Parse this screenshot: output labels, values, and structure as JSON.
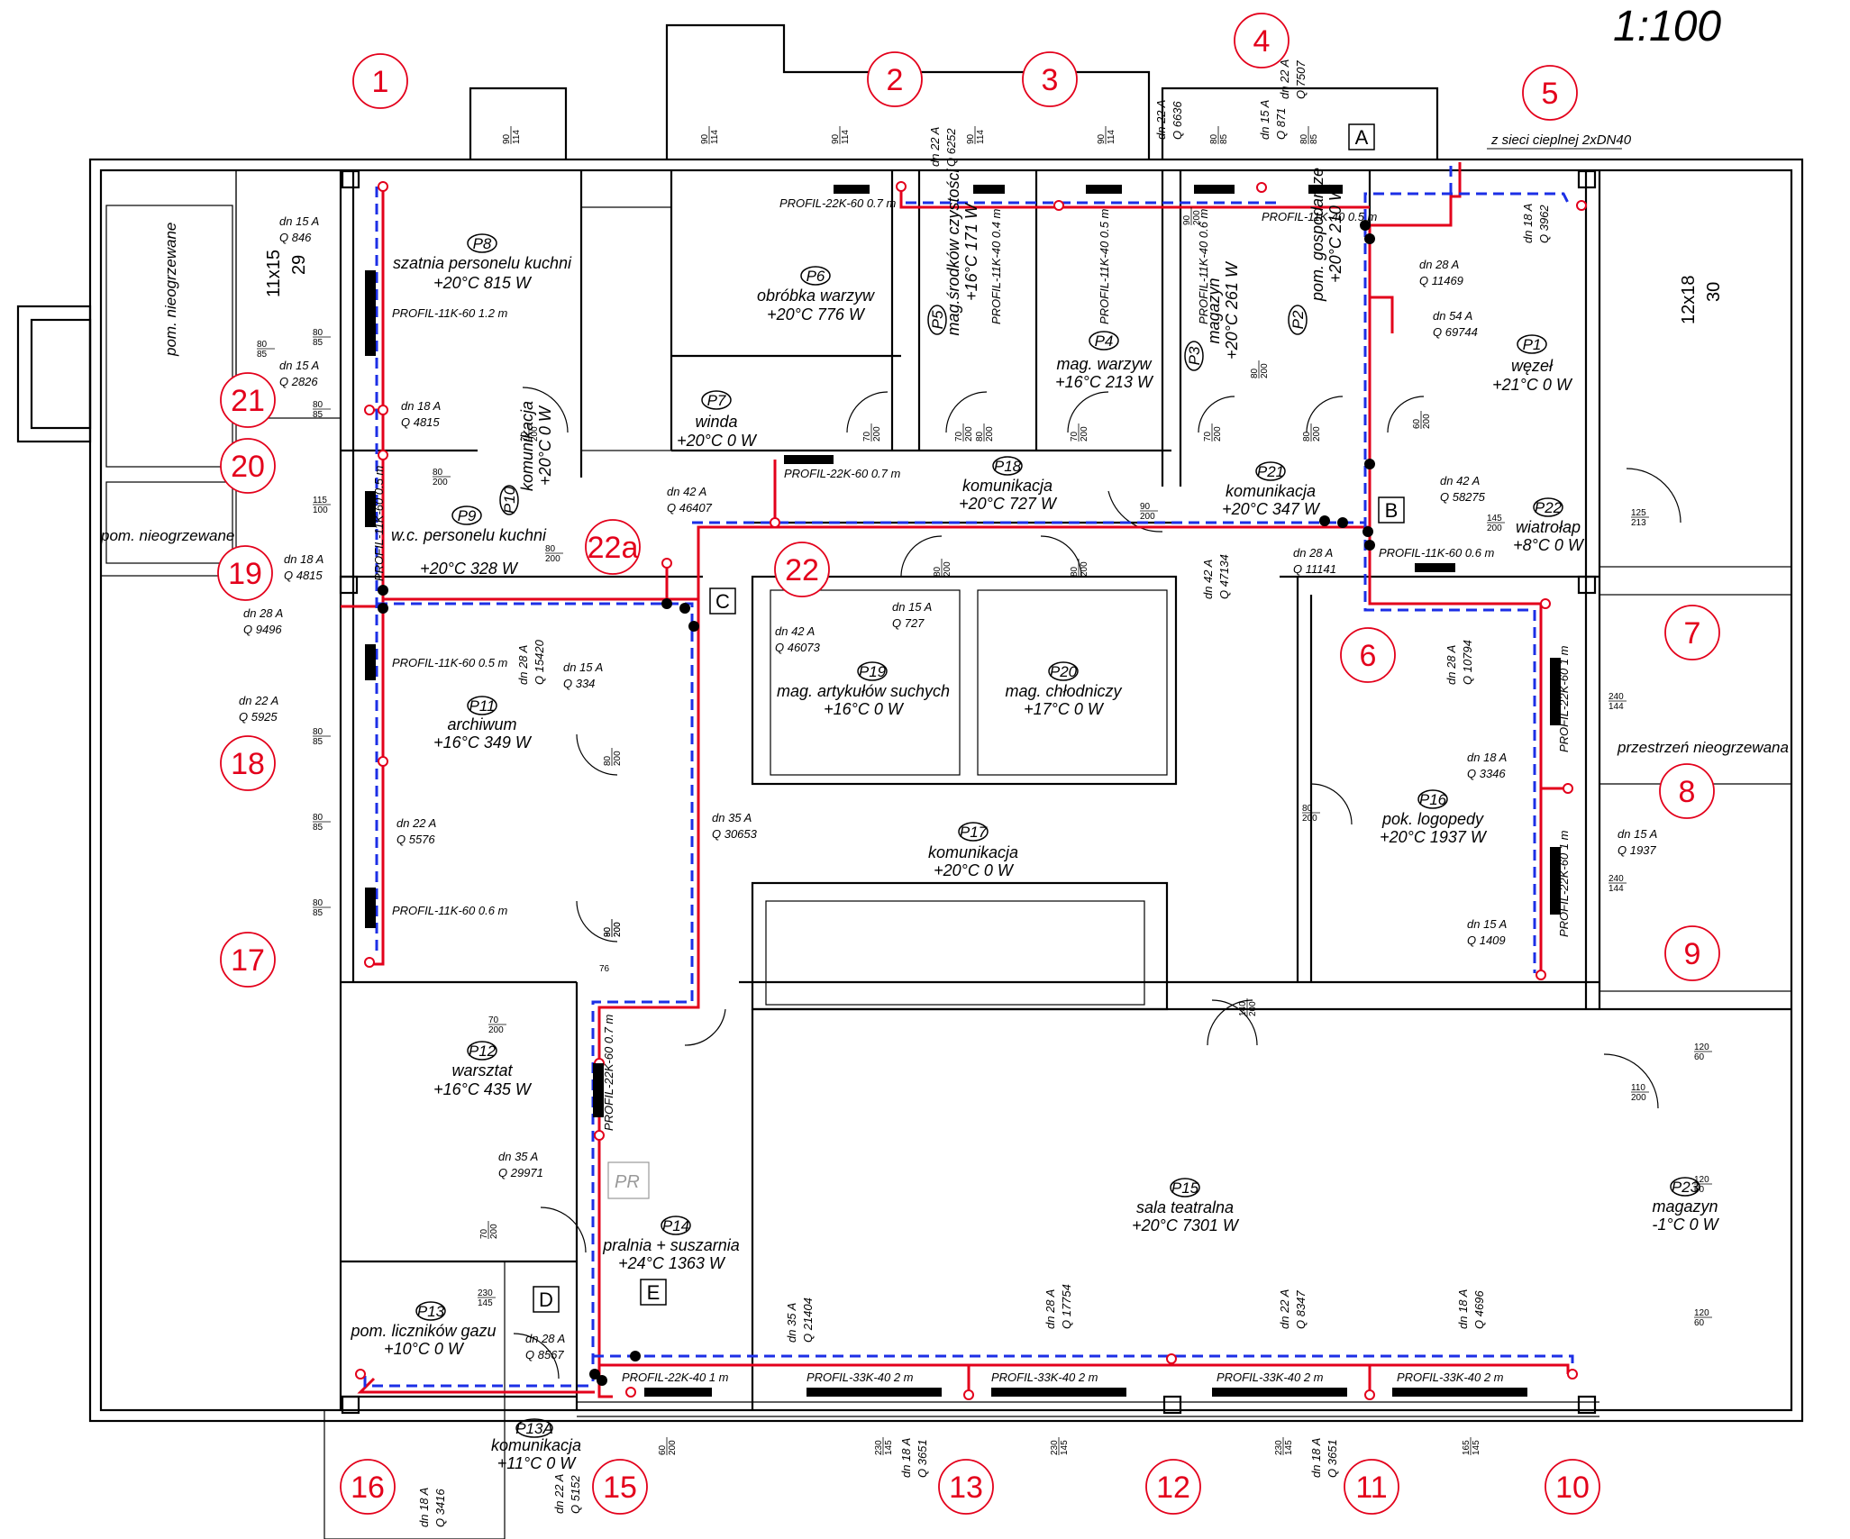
{
  "scale": "1:100",
  "supply_note": "z sieci cieplnej 2xDN40",
  "colors": {
    "supply_pipe": "#e3001b",
    "return_pipe": "#1c2fe6",
    "room_number": "#e3001b",
    "walls": "#000000"
  },
  "rooms": [
    {
      "id": "P1",
      "name": "węzeł",
      "temp": "+21°C 0 W"
    },
    {
      "id": "P2",
      "name": "pom. gospodarcze",
      "temp": "+20°C 210 W"
    },
    {
      "id": "P3",
      "name": "magazyn",
      "temp": "+20°C 261 W"
    },
    {
      "id": "P4",
      "name": "mag. warzyw",
      "temp": "+16°C 213 W"
    },
    {
      "id": "P5",
      "name": "mag.środków czystości",
      "temp": "+16°C 171 W"
    },
    {
      "id": "P6",
      "name": "obróbka warzyw",
      "temp": "+20°C 776 W"
    },
    {
      "id": "P7",
      "name": "winda",
      "temp": "+20°C 0 W"
    },
    {
      "id": "P8",
      "name": "szatnia personelu kuchni",
      "temp": "+20°C 815 W"
    },
    {
      "id": "P9",
      "name": "w.c. personelu kuchni",
      "temp": "+20°C 328 W"
    },
    {
      "id": "P10",
      "name": "komunikacja",
      "temp": "+20°C 0 W"
    },
    {
      "id": "P11",
      "name": "archiwum",
      "temp": "+16°C 349 W"
    },
    {
      "id": "P12",
      "name": "warsztat",
      "temp": "+16°C 435 W"
    },
    {
      "id": "P13",
      "name": "pom. liczników gazu",
      "temp": "+10°C 0 W"
    },
    {
      "id": "P13A",
      "name": "komunikacja",
      "temp": "+11°C 0 W"
    },
    {
      "id": "P14",
      "name": "pralnia + suszarnia",
      "temp": "+24°C 1363 W"
    },
    {
      "id": "P15",
      "name": "sala teatralna",
      "temp": "+20°C 7301 W"
    },
    {
      "id": "P16",
      "name": "pok. logopedy",
      "temp": "+20°C 1937 W"
    },
    {
      "id": "P17",
      "name": "komunikacja",
      "temp": "+20°C 0 W"
    },
    {
      "id": "P18",
      "name": "komunikacja",
      "temp": "+20°C 727 W"
    },
    {
      "id": "P19",
      "name": "mag. artykułów suchych",
      "temp": "+16°C 0 W"
    },
    {
      "id": "P20",
      "name": "mag. chłodniczy",
      "temp": "+17°C 0 W"
    },
    {
      "id": "P21",
      "name": "komunikacja",
      "temp": "+20°C 347 W"
    },
    {
      "id": "P22",
      "name": "wiatrołap",
      "temp": "+8°C 0 W"
    },
    {
      "id": "P23",
      "name": "magazyn",
      "temp": "-1°C 0 W"
    }
  ],
  "unheated_labels": [
    "pom. nieogrzewane",
    "pom. nieogrzewane",
    "przestrzeń nieogrzewana"
  ],
  "special_labels": {
    "pr": "PR",
    "stairs_left": "11x15",
    "stairs_left_n": "29",
    "stairs_right": "12x18",
    "stairs_right_n": "30"
  },
  "section_numbers": [
    "1",
    "2",
    "3",
    "4",
    "5",
    "6",
    "7",
    "8",
    "9",
    "10",
    "11",
    "12",
    "13",
    "15",
    "16",
    "17",
    "18",
    "19",
    "20",
    "21",
    "22",
    "22a"
  ],
  "node_tags": [
    "A",
    "B",
    "C",
    "D",
    "E"
  ],
  "radiators": [
    "PROFIL-22K-60 0.7 m",
    "PROFIL-11K-40 0.4 m",
    "PROFIL-11K-40 0.5 m",
    "PROFIL-11K-40 0.6 m",
    "PROFIL-11K-40 0.5 m",
    "PROFIL-11K-60 1.2 m",
    "PROFIL-11K-60 0.5 m",
    "PROFIL-22K-60 0.7 m",
    "PROFIL-11K-60 0.6 m",
    "PROFIL-11K-60 0.5 m",
    "PROFIL-11K-60 0.6 m",
    "PROFIL-22K-60 1 m",
    "PROFIL-22K-60 1 m",
    "PROFIL-22K-60 0.7 m",
    "PROFIL-22K-40 1 m",
    "PROFIL-33K-40 2 m",
    "PROFIL-33K-40 2 m",
    "PROFIL-33K-40 2 m",
    "PROFIL-33K-40 2 m"
  ],
  "pipe_labels": [
    {
      "dn": "dn 15 A",
      "q": "Q 846"
    },
    {
      "dn": "dn 15 A",
      "q": "Q 2826"
    },
    {
      "dn": "dn 18 A",
      "q": "Q 4815"
    },
    {
      "dn": "dn 18 A",
      "q": "Q 4815"
    },
    {
      "dn": "dn 28 A",
      "q": "Q 9496"
    },
    {
      "dn": "dn 28 A",
      "q": "Q 15420"
    },
    {
      "dn": "dn 22 A",
      "q": "Q 5925"
    },
    {
      "dn": "dn 22 A",
      "q": "Q 5576"
    },
    {
      "dn": "dn 42 A",
      "q": "Q 46407"
    },
    {
      "dn": "dn 15 A",
      "q": "Q 334"
    },
    {
      "dn": "dn 42 A",
      "q": "Q 46073"
    },
    {
      "dn": "dn 15 A",
      "q": "Q 727"
    },
    {
      "dn": "dn 35 A",
      "q": "Q 30653"
    },
    {
      "dn": "dn 35 A",
      "q": "Q 29971"
    },
    {
      "dn": "dn 28 A",
      "q": "Q 8567"
    },
    {
      "dn": "dn 22 A",
      "q": "Q 5152"
    },
    {
      "dn": "dn 18 A",
      "q": "Q 3416"
    },
    {
      "dn": "dn 35 A",
      "q": "Q 21404"
    },
    {
      "dn": "dn 28 A",
      "q": "Q 17754"
    },
    {
      "dn": "dn 22 A",
      "q": "Q 8347"
    },
    {
      "dn": "dn 18 A",
      "q": "Q 4696"
    },
    {
      "dn": "dn 18 A",
      "q": "Q 3651"
    },
    {
      "dn": "dn 18 A",
      "q": "Q 3651"
    },
    {
      "dn": "dn 22 A",
      "q": "Q 6252"
    },
    {
      "dn": "dn 22 A",
      "q": "Q 6636"
    },
    {
      "dn": "dn 15 A",
      "q": "Q 871"
    },
    {
      "dn": "dn 22 A",
      "q": "Q 7507"
    },
    {
      "dn": "dn 28 A",
      "q": "Q 11469"
    },
    {
      "dn": "dn 54 A",
      "q": "Q 69744"
    },
    {
      "dn": "dn 18 A",
      "q": "Q 3962"
    },
    {
      "dn": "dn 42 A",
      "q": "Q 58275"
    },
    {
      "dn": "dn 42 A",
      "q": "Q 47134"
    },
    {
      "dn": "dn 28 A",
      "q": "Q 11141"
    },
    {
      "dn": "dn 28 A",
      "q": "Q 10794"
    },
    {
      "dn": "dn 18 A",
      "q": "Q 3346"
    },
    {
      "dn": "dn 15 A",
      "q": "Q 1937"
    },
    {
      "dn": "dn 15 A",
      "q": "Q 1409"
    }
  ],
  "openings": [
    [
      "90",
      "114"
    ],
    [
      "90",
      "114"
    ],
    [
      "90",
      "114"
    ],
    [
      "90",
      "114"
    ],
    [
      "90",
      "114"
    ],
    [
      "80",
      "85"
    ],
    [
      "80",
      "85"
    ],
    [
      "80",
      "85"
    ],
    [
      "80",
      "85"
    ],
    [
      "115",
      "100"
    ],
    [
      "80",
      "85"
    ],
    [
      "80",
      "85"
    ],
    [
      "80",
      "85"
    ],
    [
      "80",
      "85"
    ],
    [
      "70",
      "200"
    ],
    [
      "80",
      "200"
    ],
    [
      "80",
      "200"
    ],
    [
      "70",
      "200"
    ],
    [
      "70",
      "200"
    ],
    [
      "70",
      "200"
    ],
    [
      "70",
      "200"
    ],
    [
      "80",
      "200"
    ],
    [
      "80",
      "200"
    ],
    [
      "80",
      "200"
    ],
    [
      "90",
      "200"
    ],
    [
      "80",
      "200"
    ],
    [
      "80",
      "200"
    ],
    [
      "80",
      "200"
    ],
    [
      "80",
      "200"
    ],
    [
      "145",
      "200"
    ],
    [
      "125",
      "213"
    ],
    [
      "240",
      "144"
    ],
    [
      "240",
      "144"
    ],
    [
      "120",
      "60"
    ],
    [
      "120",
      "60"
    ],
    [
      "120",
      "60"
    ],
    [
      "110",
      "200"
    ],
    [
      "140",
      "200"
    ],
    [
      "90",
      "200"
    ],
    [
      "70",
      "200"
    ],
    [
      "70",
      "200"
    ],
    [
      "230",
      "145"
    ],
    [
      "230",
      "145"
    ],
    [
      "230",
      "145"
    ],
    [
      "230",
      "145"
    ],
    [
      "165",
      "145"
    ],
    [
      "60",
      "200"
    ],
    [
      "60",
      "200"
    ],
    [
      "90",
      "200"
    ],
    [
      "80",
      "200"
    ],
    [
      "76"
    ]
  ]
}
